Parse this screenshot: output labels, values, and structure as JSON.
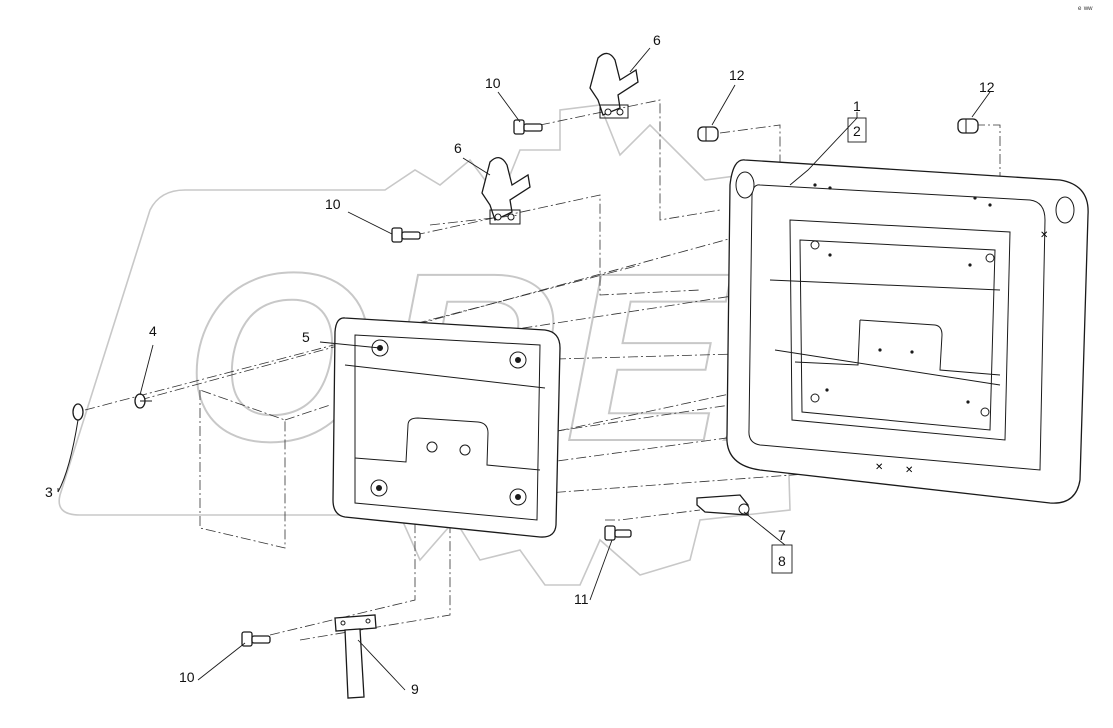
{
  "diagram": {
    "callouts": {
      "door_item": "1",
      "door_kit": "2",
      "cord": "3",
      "clip": "4",
      "inner_panel": "5",
      "hinge_upper": "6",
      "hinge_lower": "6",
      "latch": "7",
      "latch_kit": "8",
      "strap": "9",
      "bolt_a": "10",
      "bolt_b": "10",
      "bolt_c": "10",
      "bolt_latch": "11",
      "plug_left": "12",
      "plug_right": "12"
    },
    "watermark": "OREX",
    "corner_mark": "ᵉ ʷʷ"
  }
}
